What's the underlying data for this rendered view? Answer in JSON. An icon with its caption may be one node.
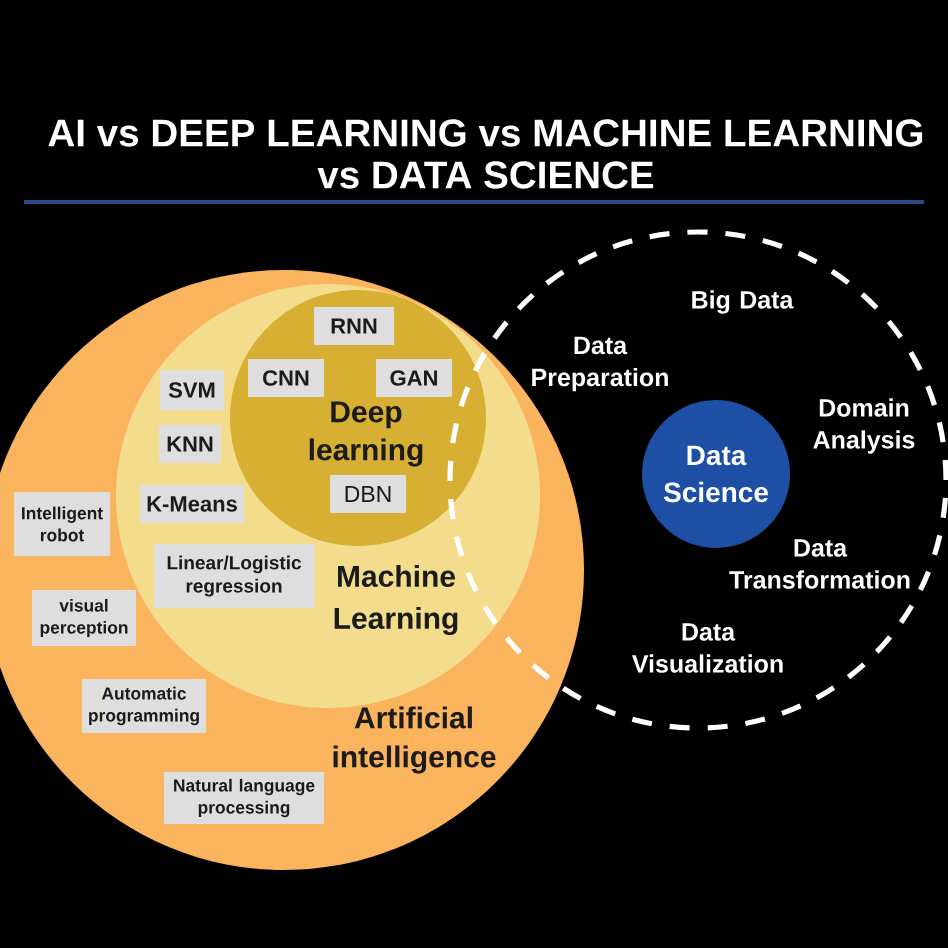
{
  "diagram": {
    "title": "AI vs DEEP LEARNING vs MACHINE LEARNING vs DATA SCIENCE",
    "nodes": [
      {
        "text": [
          "Artificial intelligence"
        ]
      },
      {
        "text": [
          "Machine Learning"
        ],
        "in": 0
      },
      {
        "text": [
          "Deep learning"
        ],
        "in": 1
      },
      {
        "text": [
          "RNN"
        ],
        "in": 2
      },
      {
        "text": [
          "CNN"
        ],
        "in": 2
      },
      {
        "text": [
          "GAN"
        ],
        "in": 2
      },
      {
        "text": [
          "DBN"
        ],
        "in": 2
      },
      {
        "text": [
          "SVM"
        ],
        "in": 1
      },
      {
        "text": [
          "KNN"
        ],
        "in": 1
      },
      {
        "text": [
          "K-Means"
        ],
        "in": 1
      },
      {
        "text": [
          "Linear/Logistic regression"
        ],
        "in": 1
      },
      {
        "text": [
          "Intelligent robot"
        ],
        "in": 0
      },
      {
        "text": [
          "visual perception"
        ],
        "in": 0
      },
      {
        "text": [
          "Automatic programming"
        ],
        "in": 0
      },
      {
        "text": [
          "Natural language processing"
        ],
        "in": 0
      },
      {
        "text": [
          "Big Data",
          "Data Preparation",
          "Domain Analysis",
          "Data Transformation",
          "Data Visualization"
        ]
      },
      {
        "text": [
          "Data Science"
        ],
        "in": 15
      }
    ]
  }
}
